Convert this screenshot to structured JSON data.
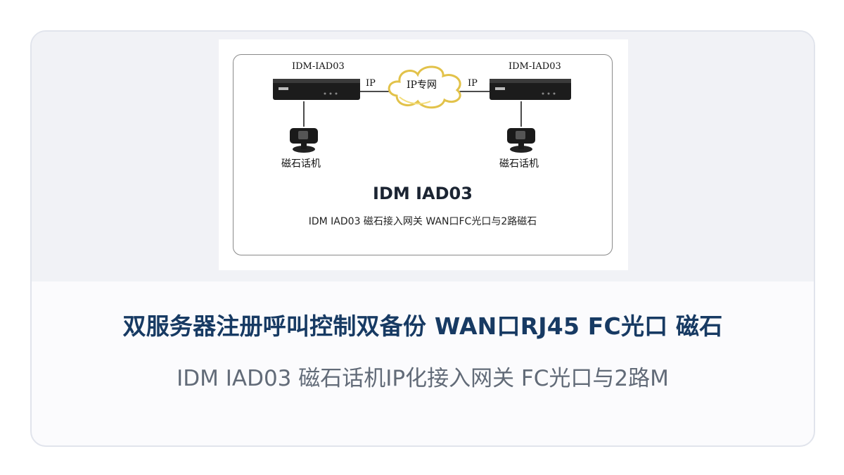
{
  "card": {
    "diagram": {
      "left_device_label": "IDM-IAD03",
      "right_device_label": "IDM-IAD03",
      "left_link_label": "IP",
      "right_link_label": "IP",
      "cloud_label": "IP专网",
      "left_phone_label": "磁石话机",
      "right_phone_label": "磁石话机",
      "title": "IDM IAD03",
      "subtitle": "IDM IAD03 磁石接入网关 WAN口FC光口与2路磁石"
    },
    "headline": "双服务器注册呼叫控制双备份 WAN口RJ45 FC光口 磁石",
    "subline": "IDM IAD03 磁石话机IP化接入网关 FC光口与2路M",
    "colors": {
      "headline": "#173a63",
      "subline": "#626b78",
      "card_border": "#e1e4ec",
      "hero_background": "#f1f2f6",
      "cloud_outline": "#e2c24a"
    }
  }
}
